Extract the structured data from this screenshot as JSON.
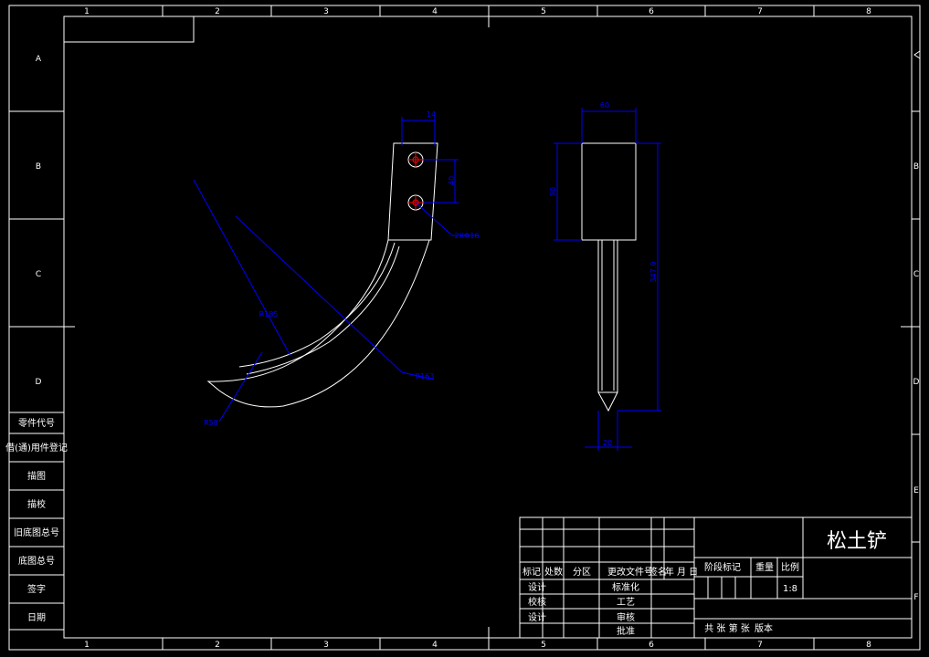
{
  "grid": {
    "columns": [
      "1",
      "2",
      "3",
      "4",
      "5",
      "6",
      "7",
      "8"
    ],
    "rows_left": [
      "A",
      "B",
      "C",
      "D"
    ],
    "rows_right": [
      "B",
      "C",
      "D",
      "E",
      "F"
    ]
  },
  "side_table": [
    "零件代号",
    "借(通)用件登记",
    "描图",
    "描校",
    "旧底图总号",
    "底图总号",
    "签字",
    "日期"
  ],
  "dimensions": {
    "hole_spacing_top": "14",
    "hole_vertical": "40",
    "holes": "2XΦ16",
    "radius_large": "R185",
    "radius_mid": "R163",
    "radius_small": "R58",
    "front_width": "60",
    "front_block_height": "90",
    "front_total_height": "347.0",
    "shank_width": "20"
  },
  "title_block": {
    "part_name": "松土铲",
    "header_row": [
      "标记",
      "处数",
      "分区",
      "更改文件号",
      "签名",
      "年 月 日"
    ],
    "row_design": "设计",
    "row_check": "校核",
    "row_design2": "设计",
    "standardize": "标准化",
    "process": "工艺",
    "review": "审核",
    "approve": "批准",
    "stage_mark": "阶段标记",
    "weight": "重量",
    "scale_label": "比例",
    "scale_value": "1:8",
    "sheets": "共  张  第  张",
    "version": "版本"
  }
}
